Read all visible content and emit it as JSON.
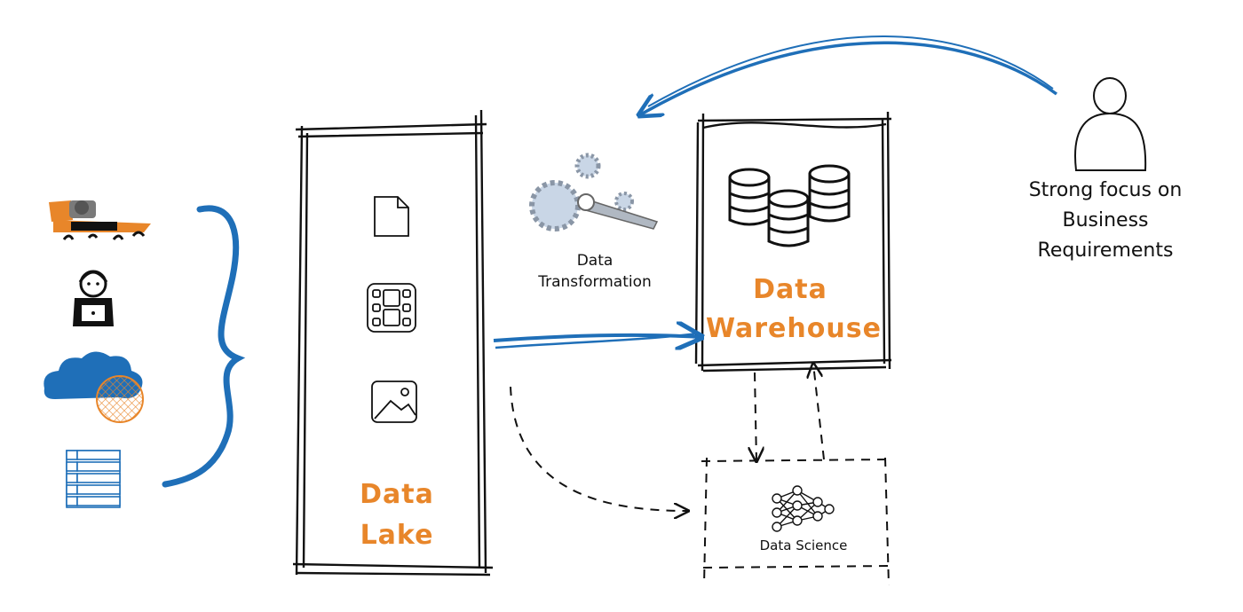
{
  "diagram": {
    "data_lake": {
      "title_line1": "Data",
      "title_line2": "Lake"
    },
    "data_warehouse": {
      "title_line1": "Data",
      "title_line2": "Warehouse"
    },
    "data_transformation": {
      "line1": "Data",
      "line2": "Transformation"
    },
    "data_science": {
      "label": "Data Science"
    },
    "business_user": {
      "line1": "Strong focus on",
      "line2": "Business",
      "line3": "Requirements"
    },
    "sources": [
      "machine-source-icon",
      "person-laptop-icon",
      "cloud-icon",
      "table-icon"
    ],
    "colors": {
      "accent_blue": "#1f6fb8",
      "accent_orange": "#e8862a",
      "ink": "#111111"
    }
  }
}
